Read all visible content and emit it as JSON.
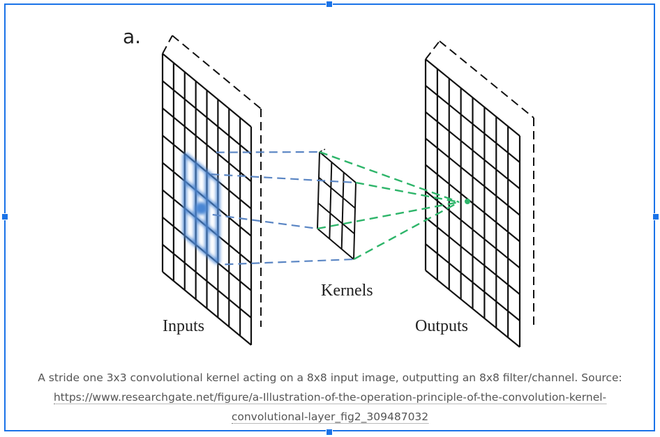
{
  "figure": {
    "panel_label": "a.",
    "inputs_label": "Inputs",
    "kernels_label": "Kernels",
    "outputs_label": "Outputs"
  },
  "caption": {
    "text": "A stride one 3x3 convolutional kernel acting on a 8x8 input image, outputting an 8x8 filter/channel. Source:",
    "link_line1": "https://www.researchgate.net/figure/a-Illustration-of-the-operation-principle-of-the-convolution-kernel-",
    "link_line2": "convolutional-layer_fig2_309487032"
  },
  "colors": {
    "selection": "#1a73e8",
    "highlight_blue": "#4a86d4",
    "connector_blue": "#5b86c4",
    "connector_green": "#2eb56a"
  }
}
